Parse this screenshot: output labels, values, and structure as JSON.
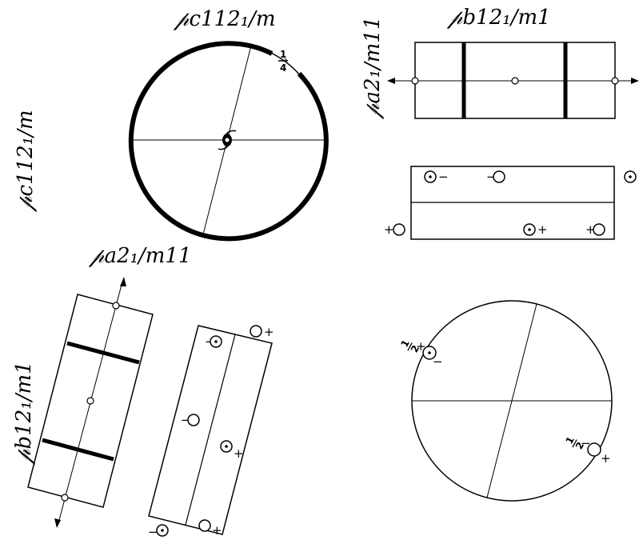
{
  "diagram": {
    "labels": {
      "top_circle_title": "𝓅c112₁/m",
      "top_circle_side": "𝓅c112₁/m",
      "top_rect_title": "𝓅b12₁/m1",
      "top_rect_side": "𝓅a2₁/m11",
      "left_rect_title": "𝓅a2₁/m11",
      "left_rect_side": "𝓅b12₁/m1"
    },
    "signs": {
      "minus": "−",
      "plus": "+",
      "quarter_num": "1",
      "quarter_den": "4",
      "half_num": "1",
      "half_den": "2"
    }
  }
}
